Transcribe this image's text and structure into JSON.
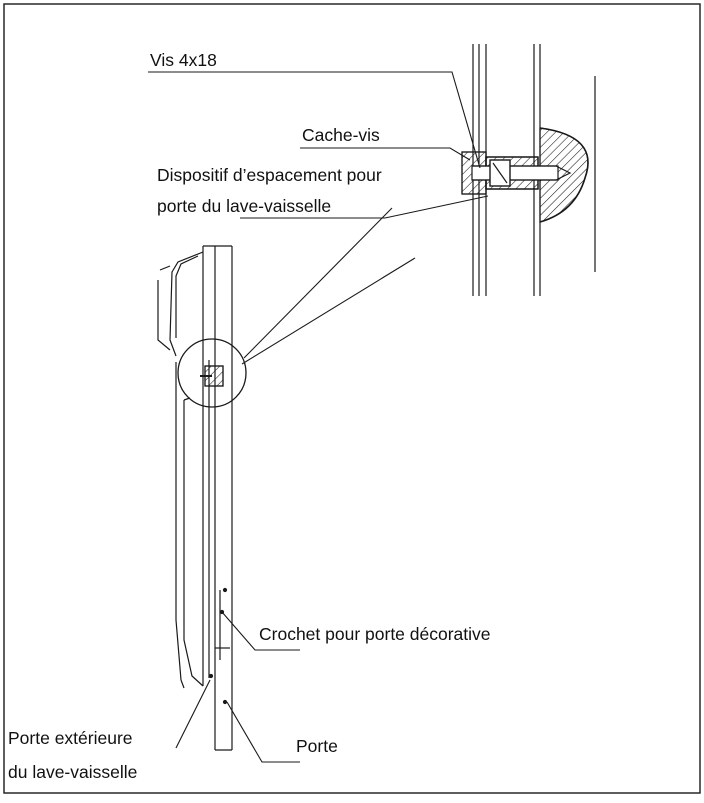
{
  "labels": {
    "screw": "Vis 4x18",
    "screw_cap": "Cache-vis",
    "spacer_line1": "Dispositif d’espacement pour",
    "spacer_line2": "porte du lave-vaisselle",
    "hook": "Crochet pour porte décorative",
    "outer_door_line1": "Porte extérieure",
    "outer_door_line2": "du lave-vaisselle",
    "door": "Porte"
  },
  "colors": {
    "line": "#1a1a1a",
    "background": "#ffffff"
  }
}
